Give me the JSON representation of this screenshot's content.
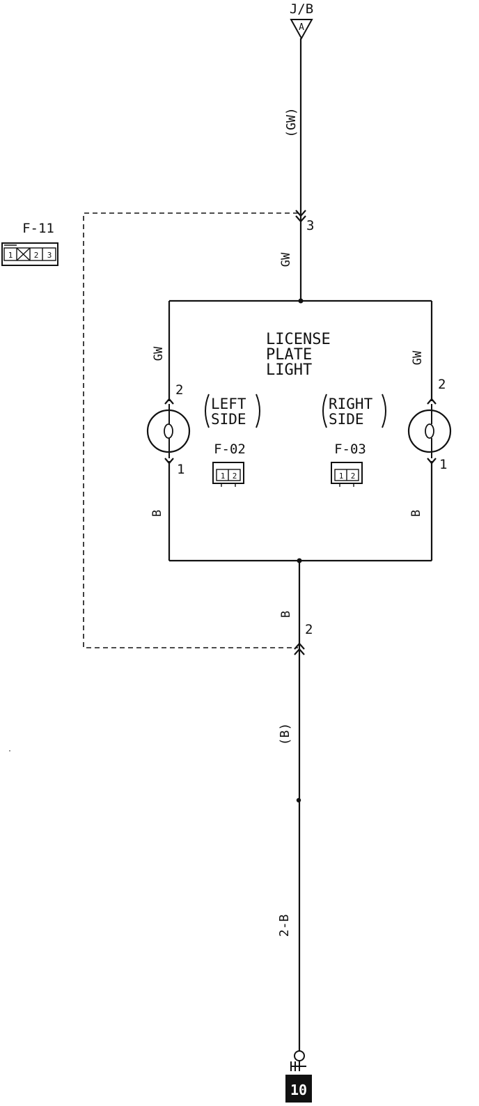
{
  "junction_block": {
    "label": "J/B",
    "connector": "A"
  },
  "top_wire_harness_color": "(GW)",
  "top_pin": "3",
  "top_wire_color": "GW",
  "connector_f11": {
    "name": "F-11",
    "pins": [
      "1",
      "2",
      "3"
    ]
  },
  "component": {
    "line1": "LICENSE",
    "line2": "PLATE",
    "line3": "LIGHT"
  },
  "left_lamp": {
    "side_line1": "LEFT",
    "side_line2": "SIDE",
    "connector": "F-02",
    "pins": [
      "1",
      "2"
    ],
    "pin_top": "2",
    "pin_bottom": "1",
    "wire_top": "GW",
    "wire_bottom": "B"
  },
  "right_lamp": {
    "side_line1": "RIGHT",
    "side_line2": "SIDE",
    "connector": "F-03",
    "pins": [
      "1",
      "2"
    ],
    "pin_top": "2",
    "pin_bottom": "1",
    "wire_top": "GW",
    "wire_bottom": "B"
  },
  "bottom_wire_color": "B",
  "bottom_pin": "2",
  "bottom_wire_harness_color": "(B)",
  "ground_wire": "2-B",
  "ground_point": "10",
  "colors": {
    "line": "#111111",
    "background": "#ffffff"
  }
}
